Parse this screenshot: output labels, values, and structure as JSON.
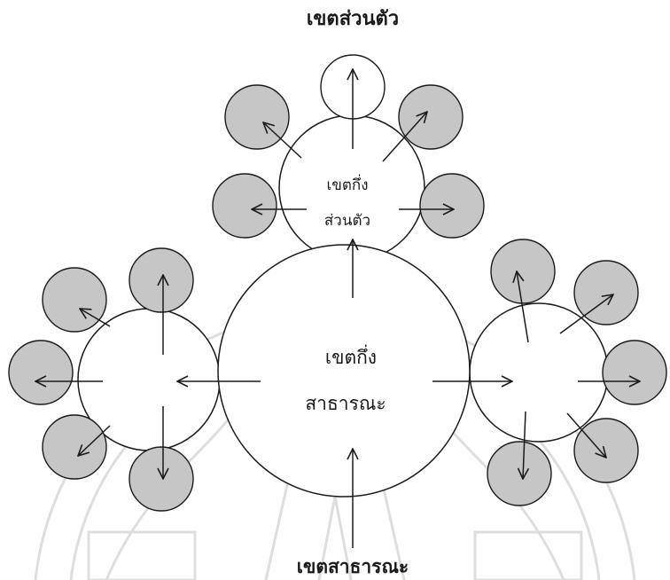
{
  "diagram": {
    "top_label": "เขตส่วนตัว",
    "semi_private_line1": "เขตกึ่ง",
    "semi_private_line2": "ส่วนตัว",
    "semi_public_line1": "เขตกึ่ง",
    "semi_public_line2": "สาธารณะ",
    "bottom_label": "เขตสาธารณะ"
  },
  "colors": {
    "line": "#1a1a1a",
    "small_circle_fill": "#c6c6c6",
    "large_circle_fill": "#ffffff",
    "watermark": "#dcdcdc"
  }
}
